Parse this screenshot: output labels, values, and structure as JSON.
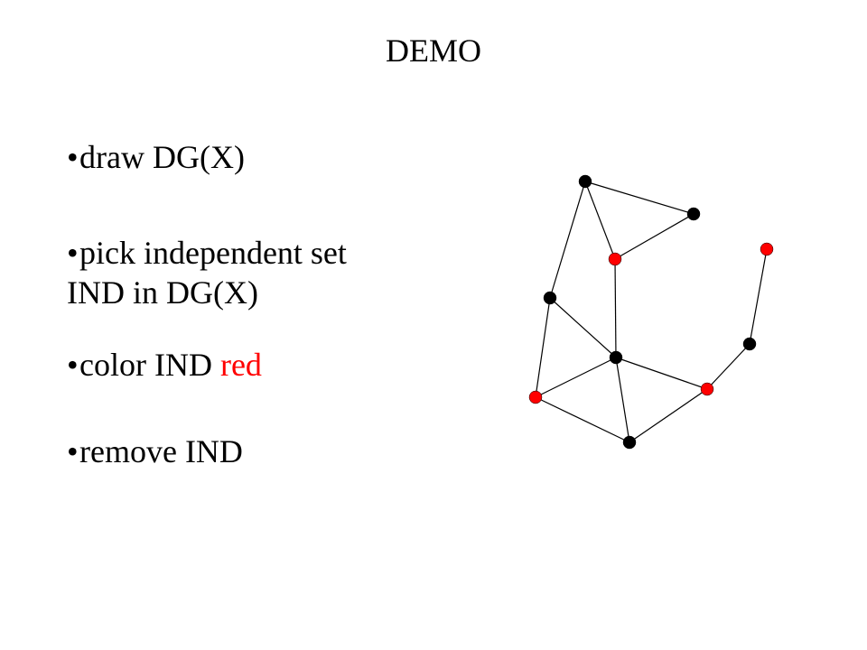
{
  "slide": {
    "title": "DEMO",
    "bullets": [
      {
        "marker": "•",
        "text": "draw DG(X)"
      },
      {
        "marker": "•",
        "lines": [
          "pick independent set",
          "IND in DG(X)"
        ]
      },
      {
        "marker": "•",
        "text": "color IND ",
        "highlight": "red",
        "highlight_color": "#ff0000"
      },
      {
        "marker": "•",
        "text": "remove IND"
      }
    ]
  },
  "graph": {
    "colors": {
      "normal": "#000000",
      "independent": "#ff0000",
      "edge": "#000000"
    },
    "nodes": [
      {
        "id": "n1",
        "in_IND": false
      },
      {
        "id": "n2",
        "in_IND": false
      },
      {
        "id": "n3",
        "in_IND": true
      },
      {
        "id": "n4",
        "in_IND": true
      },
      {
        "id": "n5",
        "in_IND": false
      },
      {
        "id": "n6",
        "in_IND": false
      },
      {
        "id": "n7",
        "in_IND": false
      },
      {
        "id": "n8",
        "in_IND": true
      },
      {
        "id": "n9",
        "in_IND": true
      },
      {
        "id": "n10",
        "in_IND": false
      }
    ],
    "edges": [
      [
        "n1",
        "n2"
      ],
      [
        "n1",
        "n4"
      ],
      [
        "n1",
        "n5"
      ],
      [
        "n2",
        "n4"
      ],
      [
        "n3",
        "n7"
      ],
      [
        "n4",
        "n6"
      ],
      [
        "n5",
        "n6"
      ],
      [
        "n5",
        "n8"
      ],
      [
        "n6",
        "n8"
      ],
      [
        "n6",
        "n9"
      ],
      [
        "n6",
        "n10"
      ],
      [
        "n8",
        "n10"
      ],
      [
        "n9",
        "n10"
      ],
      [
        "n7",
        "n9"
      ]
    ]
  }
}
